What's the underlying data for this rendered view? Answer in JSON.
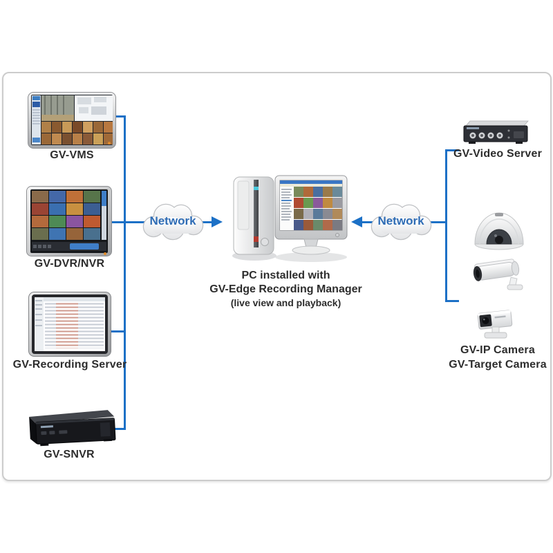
{
  "diagram": {
    "left_devices": [
      {
        "id": "gv-vms",
        "label": "GV-VMS"
      },
      {
        "id": "gv-dvr-nvr",
        "label": "GV-DVR/NVR"
      },
      {
        "id": "gv-recording-server",
        "label": "GV-Recording Server"
      },
      {
        "id": "gv-snvr",
        "label": "GV-SNVR"
      }
    ],
    "right_devices": [
      {
        "id": "gv-video-server",
        "label": "GV-Video Server"
      },
      {
        "id": "gv-ip-camera",
        "label": "GV-IP Camera"
      },
      {
        "id": "gv-target-camera",
        "label": "GV-Target Camera"
      }
    ],
    "center": {
      "caption_line1": "PC installed with",
      "caption_line2": "GV-Edge Recording Manager",
      "caption_line3": "(live view and playback)"
    },
    "clouds": [
      {
        "label": "Network"
      },
      {
        "label": "Network"
      }
    ],
    "colors": {
      "connector_blue": "#1c70c6",
      "network_text": "#2e6cb5",
      "label_text": "#2d2d2d",
      "frame_border": "#cccccc"
    }
  }
}
